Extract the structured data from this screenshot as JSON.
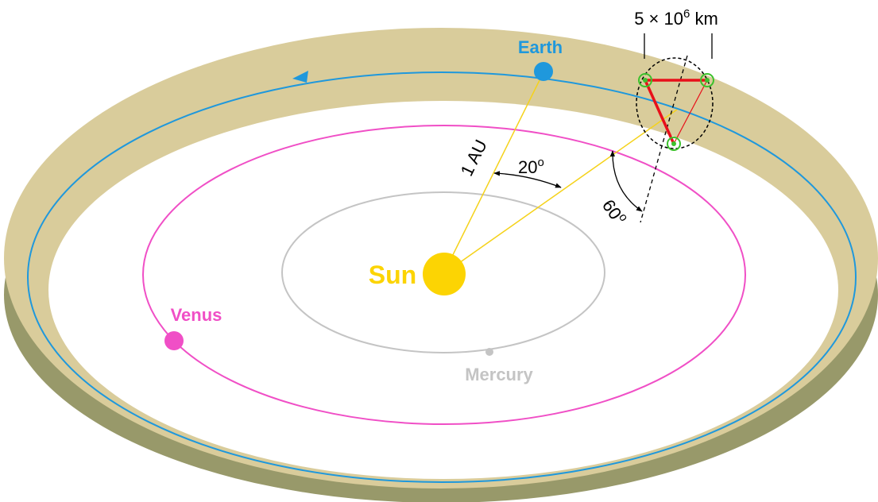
{
  "labels": {
    "earth": "Earth",
    "venus": "Venus",
    "mercury": "Mercury",
    "sun": "Sun",
    "distance": "1 AU",
    "angle_20": "20",
    "angle_60": "60",
    "degree_mark": "o",
    "arm_length_base": "5 × 10",
    "arm_length_exp": "6",
    "arm_length_unit": " km"
  },
  "colors": {
    "disk_top": "#d9cc9b",
    "disk_side": "#98996a",
    "earth": "#1f98dc",
    "venus": "#f04fc6",
    "mercury": "#c4c4c4",
    "sun": "#fcd403",
    "light_ray": "#f5d21a",
    "constellation": "#e8101a",
    "spacecraft": "#3cc12c",
    "annotation": "#000000"
  }
}
